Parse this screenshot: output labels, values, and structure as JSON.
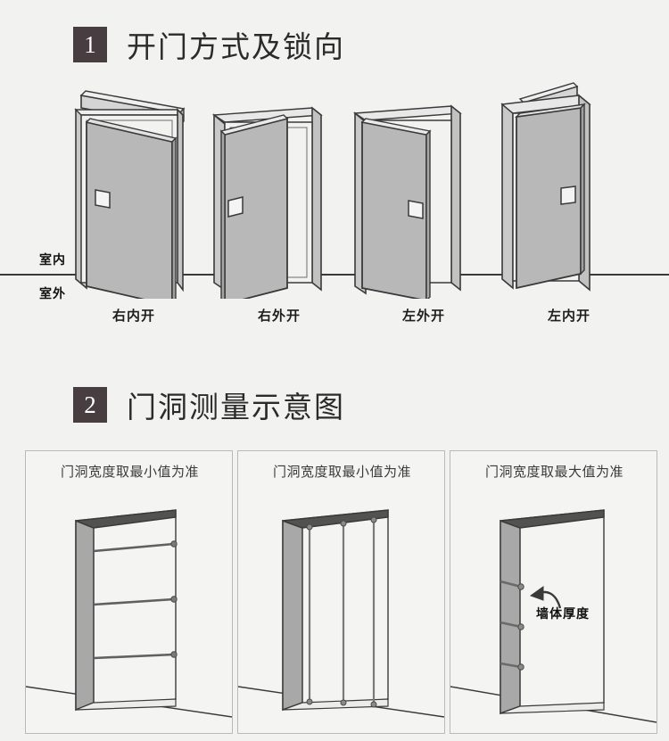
{
  "page": {
    "background_color": "#f2f2f0",
    "ink_color": "#3a3a3a"
  },
  "sections": [
    {
      "number": "1",
      "title": "开门方式及锁向",
      "badge_color": "#483d40",
      "room_labels": {
        "inside": "室内",
        "outside": "室外"
      },
      "doors": [
        {
          "label": "右内开",
          "hinge": "right",
          "swing": "inward"
        },
        {
          "label": "右外开",
          "hinge": "right",
          "swing": "outward"
        },
        {
          "label": "左外开",
          "hinge": "left",
          "swing": "outward"
        },
        {
          "label": "左内开",
          "hinge": "left",
          "swing": "inward"
        }
      ]
    },
    {
      "number": "2",
      "title": "门洞测量示意图",
      "badge_color": "#483d40",
      "panels": [
        {
          "caption": "门洞宽度取最小值为准",
          "measure": "width-horizontal",
          "marks": 3
        },
        {
          "caption": "门洞宽度取最小值为准",
          "measure": "height-vertical",
          "marks": 3
        },
        {
          "caption": "门洞宽度取最大值为准",
          "measure": "wall-thickness",
          "marks": 3,
          "annotation": "墙体厚度"
        }
      ]
    }
  ]
}
